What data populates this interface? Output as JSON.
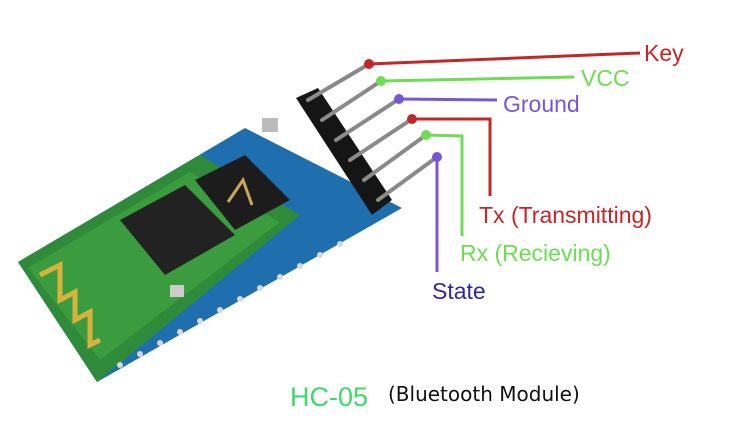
{
  "pins": [
    {
      "label": "Key",
      "color": "#c0282a"
    },
    {
      "label": "VCC",
      "color": "#6fdc55"
    },
    {
      "label": "Ground",
      "color": "#7a55d8"
    },
    {
      "label": "Tx (Transmitting)",
      "color": "#c0282a"
    },
    {
      "label": "Rx (Recieving)",
      "color": "#6fdc55"
    },
    {
      "label": "State",
      "color": "#2d2a9a"
    }
  ],
  "caption": {
    "name": "HC-05",
    "name_color": "#3fd86a",
    "description": "(Bluetooth Module)"
  }
}
